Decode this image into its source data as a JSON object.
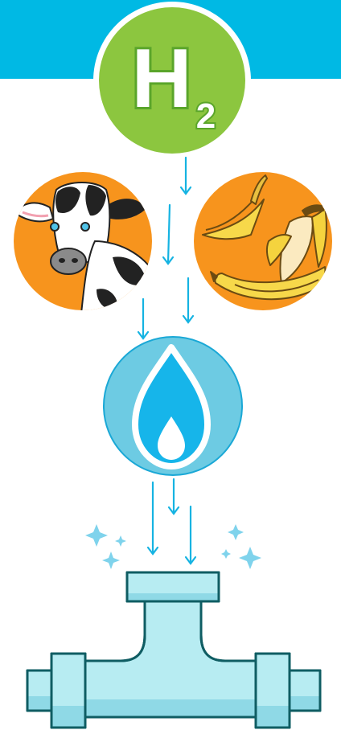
{
  "badge": {
    "element": "H",
    "subscript": "2"
  },
  "colors": {
    "banner": "#00b9e4",
    "hydrogen_circle": "#8cc63f",
    "hydrogen_letter": "#65b32e",
    "source_circle": "#f7941d",
    "gas_circle": "#6dcbe3",
    "flame": "#16b5ea",
    "arrow": "#15b3e2",
    "sparkle": "#7fd3ec",
    "pipe_fill": "#b7ecf2",
    "pipe_shade": "#8fd9e6",
    "pipe_outline": "#0f5d63"
  },
  "icons": [
    "hydrogen-badge",
    "cow-icon",
    "banana-peel-icon",
    "gas-flame-icon",
    "pipe-t-junction-icon",
    "sparkle-icon",
    "arrow-icon"
  ]
}
